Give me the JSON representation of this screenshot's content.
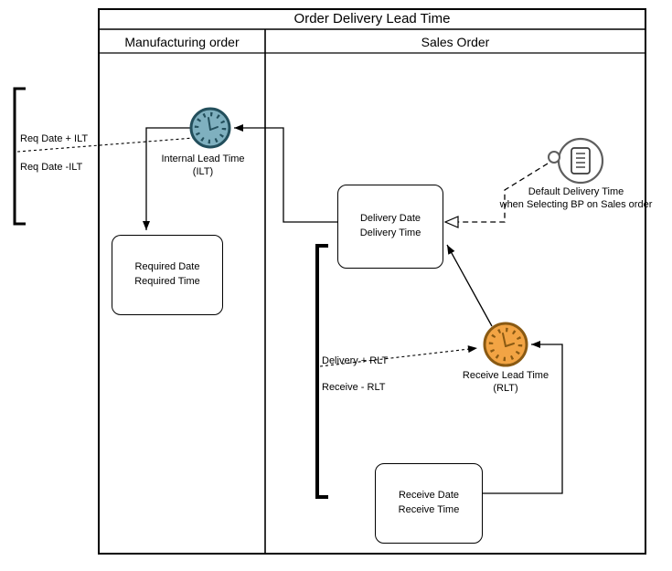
{
  "diagram": {
    "title": "Order Delivery Lead Time",
    "lanes": {
      "left": "Manufacturing order",
      "right": "Sales Order"
    },
    "nodes": {
      "ilt_clock": {
        "icon": "timer-clock-icon",
        "line1": "Internal Lead Time",
        "line2": "(ILT)"
      },
      "rlt_clock": {
        "icon": "timer-clock-icon",
        "line1": "Receive Lead Time",
        "line2": "(RLT)"
      },
      "required_box": {
        "line1": "Required Date",
        "line2": "Required Time"
      },
      "delivery_box": {
        "line1": "Delivery Date",
        "line2": "Delivery Time"
      },
      "receive_box": {
        "line1": "Receive Date",
        "line2": "Receive Time"
      },
      "default_delivery": {
        "icon": "document-note-icon",
        "line1": "Default Delivery Time",
        "line2": "when Selecting BP on Sales order"
      }
    },
    "annotations": {
      "req_plus": "Req Date + ILT",
      "req_minus": "Req Date -ILT",
      "delivery_plus": "Delivery + RLT",
      "receive_minus": "Receive - RLT"
    },
    "colors": {
      "ilt_fill": "#7FB0BF",
      "ilt_stroke": "#234F5C",
      "rlt_fill": "#F2A444",
      "rlt_stroke": "#8A5A13",
      "doc_stroke": "#5E5E5E",
      "line": "#000000"
    }
  }
}
